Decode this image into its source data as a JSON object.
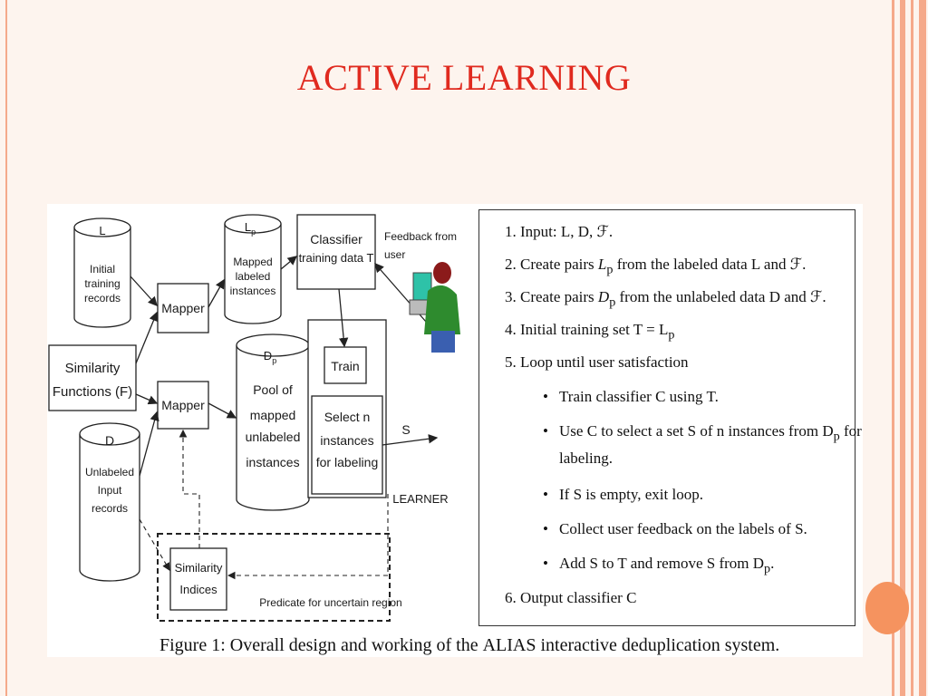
{
  "slide": {
    "title": "ACTIVE LEARNING"
  },
  "diagram": {
    "db_L": {
      "letter": "L",
      "line1": "Initial",
      "line2": "training",
      "line3": "records"
    },
    "db_Lp": {
      "letter": "L",
      "sub": "p",
      "line1": "Mapped",
      "line2": "labeled",
      "line3": "instances"
    },
    "db_Dp": {
      "letter": "D",
      "sub": "p",
      "line1": "Pool of",
      "line2": "mapped",
      "line3": "unlabeled",
      "line4": "instances"
    },
    "db_D": {
      "letter": "D",
      "line1": "Unlabeled",
      "line2": "Input",
      "line3": "records"
    },
    "similarity_functions": {
      "line1": "Similarity",
      "line2": "Functions (F)"
    },
    "mapper_top": "Mapper",
    "mapper_bottom": "Mapper",
    "classifier": {
      "line1": "Classifier",
      "line2": "training data T"
    },
    "feedback": {
      "line1": "Feedback from",
      "line2": "user"
    },
    "train": "Train",
    "select": {
      "line1": "Select n",
      "line2": "instances",
      "line3": "for labeling"
    },
    "s_label": "S",
    "learner_label": "LEARNER",
    "similarity_indices": {
      "line1": "Similarity",
      "line2": "Indices"
    },
    "predicate": "Predicate for uncertain region"
  },
  "algorithm": {
    "step1": {
      "num": "1.",
      "text": "Input: L, D, ℱ."
    },
    "step2": {
      "num": "2.",
      "pre": "Create pairs ",
      "var": "L",
      "sub": "p",
      "post": " from the labeled data L and ℱ."
    },
    "step3": {
      "num": "3.",
      "pre": "Create pairs ",
      "var": "D",
      "sub": "p",
      "post": " from the unlabeled data D and ℱ."
    },
    "step4": {
      "num": "4.",
      "pre": "Initial training set T = L",
      "sub": "p"
    },
    "step5": {
      "num": "5.",
      "text": "Loop until user satisfaction"
    },
    "bullets": {
      "b1": "Train classifier C using T.",
      "b2_line1_pre": "Use C to select a set S of n instances from D",
      "b2_sub": "p",
      "b2_line1_post": " for",
      "b2_line2": "labeling.",
      "b3": "If S is empty, exit loop.",
      "b4": "Collect user feedback on the labels of S.",
      "b5_pre": "Add S to T and remove S from D",
      "b5_sub": "p",
      "b5_post": "."
    },
    "step6": {
      "num": "6.",
      "text": "Output classifier C"
    }
  },
  "caption": {
    "pre": "Figure 1:  Overall design and working of the ",
    "name": "ALIAS",
    "post": " interactive deduplication system."
  },
  "colors": {
    "title": "#e02a1f",
    "background": "#fdf4ee",
    "accent_dot": "#f5935f",
    "edge_lines": "#f5a98a"
  }
}
